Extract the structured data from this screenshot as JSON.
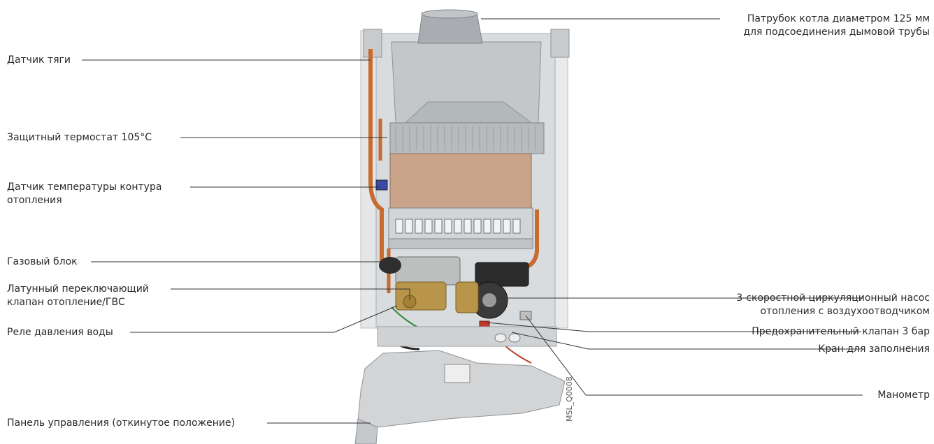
{
  "labels": {
    "flue_pipe": {
      "line1": "Патрубок котла диаметром 125 мм",
      "line2": "для подсоединения дымовой трубы"
    },
    "draft_sensor": "Датчик тяги",
    "safety_thermostat": "Защитный термостат 105°C",
    "heating_temp_sensor": {
      "line1": "Датчик температуры контура",
      "line2": "отопления"
    },
    "gas_block": "Газовый блок",
    "diverter_valve": {
      "line1": "Латунный переключающий",
      "line2": "клапан отопление/ГВС"
    },
    "water_pressure_relay": "Реле давления воды",
    "control_panel": "Панель управления (откинутое положение)",
    "circulation_pump": {
      "line1": "3-скоростной циркуляционный насос",
      "line2": "отопления с воздухоотводчиком"
    },
    "safety_valve": "Предохранительный клапан 3 бар",
    "fill_tap": "Кран для заполнения",
    "manometer": "Манометр"
  },
  "image_code": "MSL_Q0008",
  "colors": {
    "text": "#2a2a2a",
    "leader_line": "#333333",
    "frame": "#cfd3d6",
    "copper": "#c96a2e",
    "heat_exchanger_panel": "#c9a48a",
    "pump_body": "#2b2b2b"
  }
}
